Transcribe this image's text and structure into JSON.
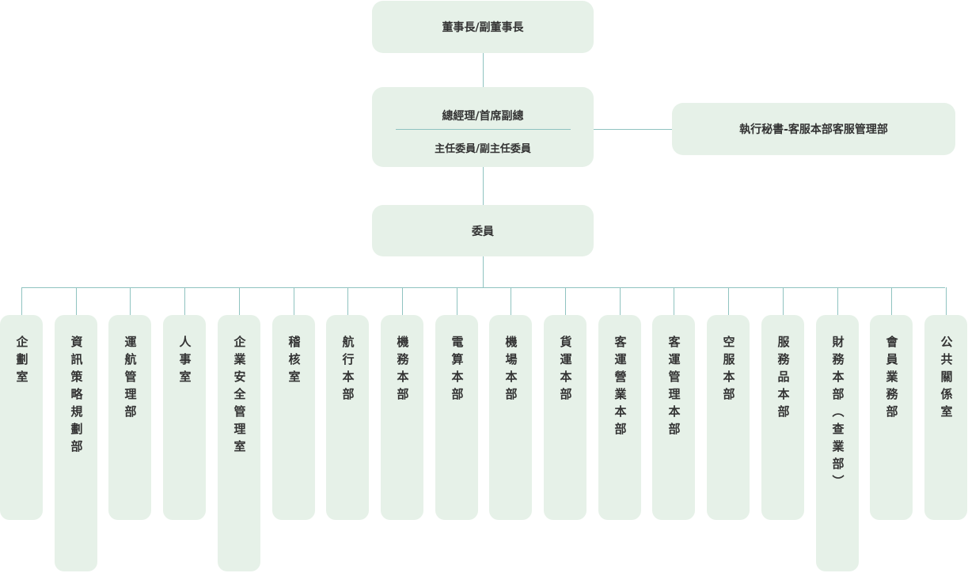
{
  "top": {
    "chairman": "董事長/副董事長"
  },
  "gm": {
    "title": "總經理/首席副總",
    "subtitle": "主任委員/副主任委員"
  },
  "secretary": "執行秘書-客服本部客服管理部",
  "committee": "委員",
  "departments": [
    "企劃室",
    "資訊策略規劃部",
    "運航管理部",
    "人事室",
    "企業安全管理室",
    "稽核室",
    "航行本部",
    "機務本部",
    "電算本部",
    "機場本部",
    "貨運本部",
    "客運營業本部",
    "客運管理本部",
    "空服本部",
    "服務品本部",
    "財務本部（查業部）",
    "會員業務部",
    "公共關係室"
  ]
}
